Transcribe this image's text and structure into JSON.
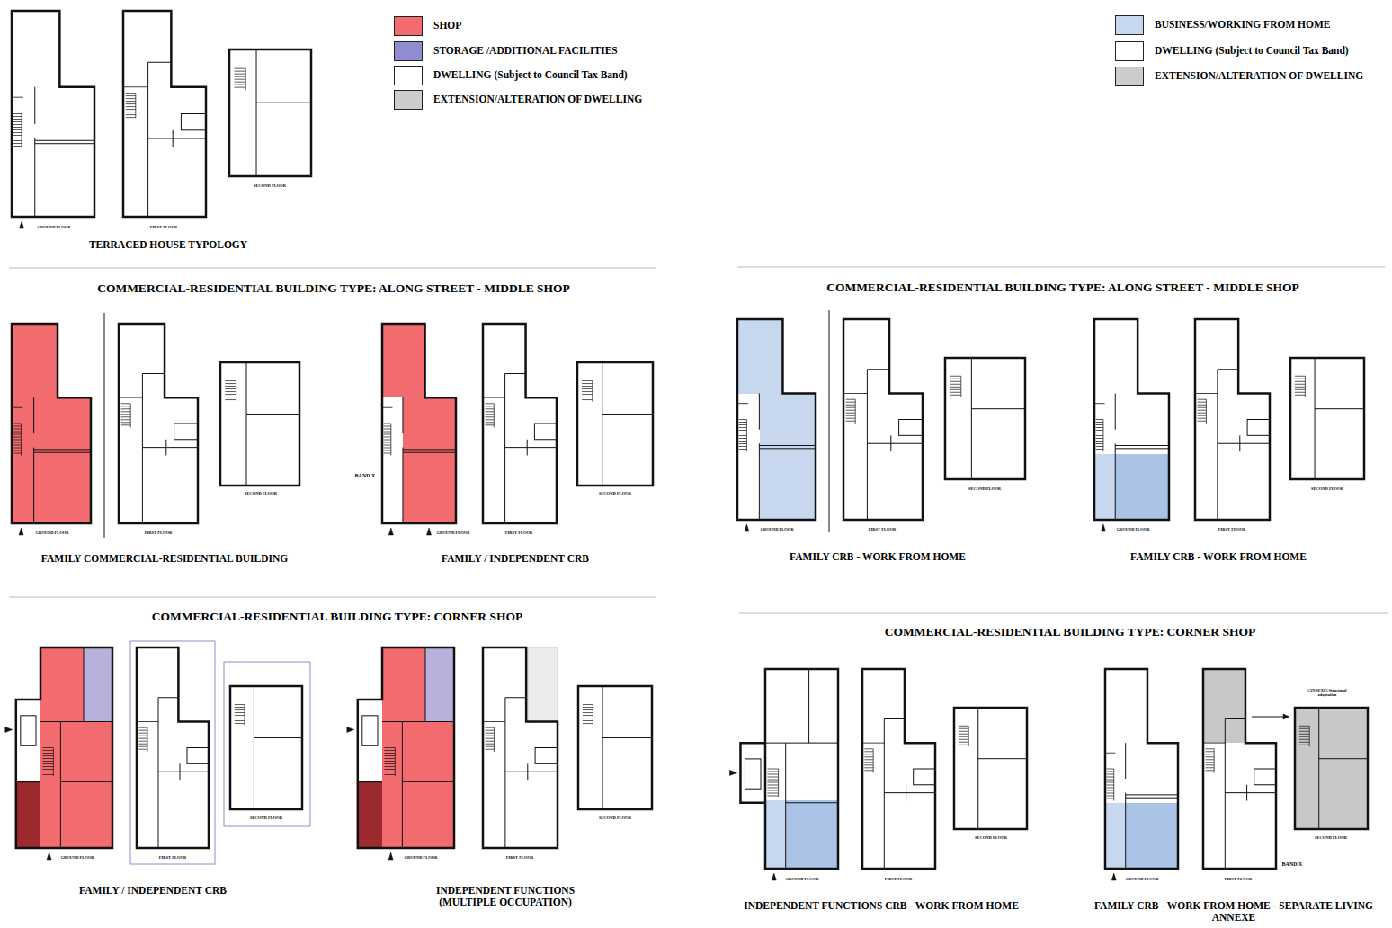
{
  "diagram": {
    "labels": [
      "GROUND FLOOR",
      "FIRST FLOOR",
      "SECOND FLOOR",
      "TERRACED HOUSE TYPOLOGY",
      "COMMERCIAL-RESIDENTIAL BUILDING TYPE: ALONG STREET - MIDDLE SHOP",
      "GROUND FLOOR",
      "FIRST FLOOR",
      "SECOND FLOOR",
      "FAMILY COMMERCIAL-RESIDENTIAL BUILDING",
      "BAND X",
      "GROUND FLOOR",
      "FIRST FLOOR",
      "SECOND FLOOR",
      "FAMILY / INDEPENDENT CRB",
      "COMMERCIAL-RESIDENTIAL BUILDING TYPE: CORNER SHOP",
      "GROUND FLOOR",
      "FIRST FLOOR",
      "SECOND FLOOR",
      "FAMILY / INDEPENDENT CRB",
      "GROUND FLOOR",
      "FIRST FLOOR",
      "SECOND FLOOR",
      "INDEPENDENT FUNCTIONS (MULTIPLE OCCUPATION)",
      "COMMERCIAL-RESIDENTIAL BUILDING TYPE: ALONG STREET - MIDDLE SHOP",
      "GROUND FLOOR",
      "FIRST FLOOR",
      "SECOND FLOOR",
      "FAMILY CRB - WORK FROM HOME",
      "GROUND FLOOR",
      "FIRST FLOOR",
      "SECOND FLOOR",
      "FAMILY CRB - WORK FROM HOME",
      "COMMERCIAL-RESIDENTIAL BUILDING TYPE: CORNER SHOP",
      "GROUND FLOOR",
      "FIRST FLOOR",
      "SECOND FLOOR",
      "INDEPENDENT FUNCTIONS CRB - WORK FROM HOME",
      "(ANNEXE) Structural adaptation",
      "BAND X",
      "GROUND FLOOR",
      "FIRST FLOOR",
      "SECOND FLOOR",
      "FAMILY CRB - WORK FROM HOME - SEPARATE LIVING ANNEXE"
    ],
    "legend": [
      {
        "text": "SHOP",
        "color": "#f26b6f"
      },
      {
        "text": "STORAGE /ADDITIONAL FACILITIES",
        "color": "#8f8ccf"
      },
      {
        "text": "DWELLING (Subject to Council Tax Band)",
        "color": "#ffffff"
      },
      {
        "text": "EXTENSION/ALTERATION OF DWELLING",
        "color": "#cccccc"
      },
      {
        "text": "BUSINESS/WORKING FROM HOME",
        "color": "#c6d7ee"
      },
      {
        "text": "DWELLING (Subject to Council Tax Band)",
        "color": "#ffffff"
      },
      {
        "text": "EXTENSION/ALTERATION OF DWELLING",
        "color": "#cccccc"
      }
    ]
  }
}
